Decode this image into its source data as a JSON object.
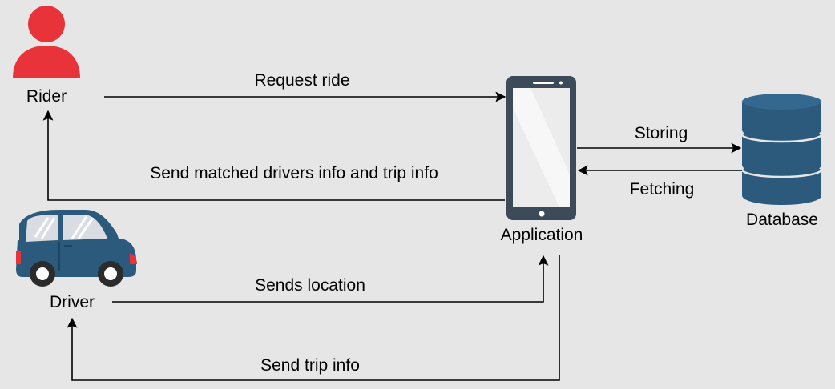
{
  "nodes": {
    "rider": {
      "label": "Rider",
      "icon": "user-icon",
      "color": "#e8333b"
    },
    "driver": {
      "label": "Driver",
      "icon": "car-icon",
      "color": "#2c5a7c"
    },
    "application": {
      "label": "Application",
      "icon": "smartphone-icon",
      "color": "#3c4a5a"
    },
    "database": {
      "label": "Database",
      "icon": "database-icon",
      "color": "#2c5a7c"
    }
  },
  "edges": [
    {
      "from": "rider",
      "to": "application",
      "label": "Request ride"
    },
    {
      "from": "application",
      "to": "rider",
      "label": "Send matched drivers info and trip info"
    },
    {
      "from": "application",
      "to": "database",
      "label": "Storing"
    },
    {
      "from": "database",
      "to": "application",
      "label": "Fetching"
    },
    {
      "from": "driver",
      "to": "application",
      "label": "Sends location"
    },
    {
      "from": "application",
      "to": "driver",
      "label": "Send trip info"
    }
  ],
  "colors": {
    "background": "#e6e6e6",
    "line": "#000000"
  }
}
